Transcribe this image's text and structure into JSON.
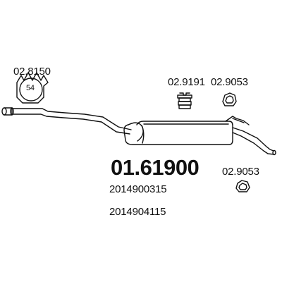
{
  "parts": {
    "clamp": {
      "code": "02.8150",
      "size": "54",
      "icon": "pipe-clamp-icon"
    },
    "rubber_mount": {
      "code": "02.9191",
      "icon": "rubber-mount-icon"
    },
    "gasket_top": {
      "code": "02.9053",
      "icon": "gasket-ring-icon"
    },
    "gasket_bottom": {
      "code": "02.9053",
      "icon": "gasket-ring-icon"
    }
  },
  "main_part": {
    "code": "01.61900",
    "icon": "rear-silencer-icon",
    "oem_refs": [
      "2014900315",
      "2014904115"
    ]
  }
}
